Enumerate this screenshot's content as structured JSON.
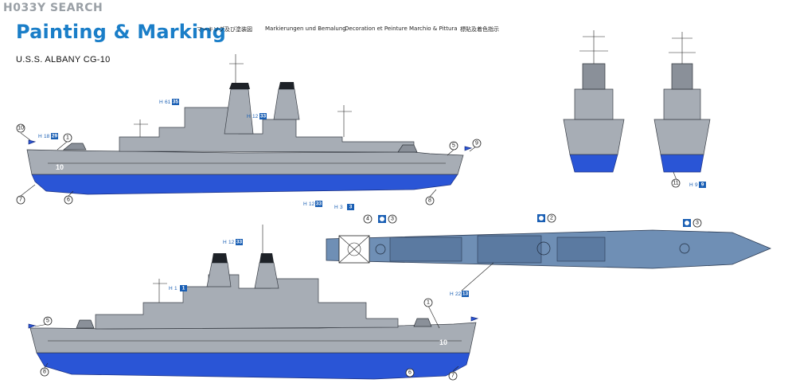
{
  "header": {
    "brand": "H033Y SEARCH",
    "title": "Painting & Marking",
    "subtitles": [
      "マーキソグ及び塗装図",
      "Markierungen und Bemalung",
      "Decoration et Peinture",
      "Marchio & Pittura",
      "標貼及着色指示"
    ]
  },
  "ship_name": "U.S.S. ALBANY CG-10",
  "hull_number": "10",
  "callout_numbers": [
    "1",
    "2",
    "3",
    "4",
    "5",
    "6",
    "7",
    "8",
    "9",
    "10",
    "11"
  ],
  "color_codes": {
    "c_61_35": {
      "h": "61",
      "box": "35"
    },
    "c_18_29": {
      "h": "18",
      "box": "29"
    },
    "c_12_33": {
      "h": "12",
      "box": "33"
    },
    "c_3_3": {
      "h": "3",
      "box": "3"
    },
    "c_1_1": {
      "h": "1",
      "box": "1"
    },
    "c_22_13": {
      "h": "22",
      "box": "13"
    },
    "c_9_9": {
      "h": "9",
      "box": "9"
    }
  },
  "colors": {
    "hull_gray": "#a7adb5",
    "hull_blue": "#2a55d6",
    "deck": "#6f8fb5",
    "title_blue": "#1a7ec8",
    "code_blue": "#1a5fb4"
  }
}
